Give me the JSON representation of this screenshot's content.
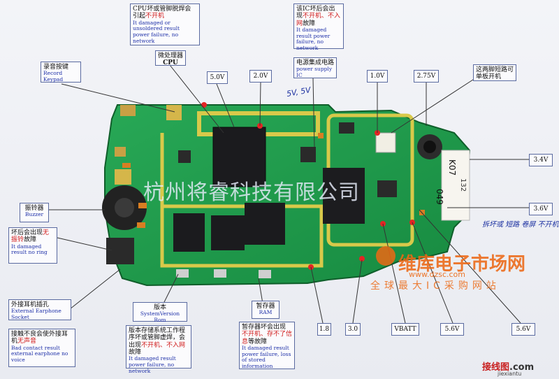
{
  "labels": {
    "cpu_pins": {
      "zh_pre": "CPU坏或管脚脱焊会引起",
      "zh_red": "不开机",
      "en": "It damaged or unsoldered result power failure, no network"
    },
    "ic_damage": {
      "zh_pre": "该IC坏后会出现",
      "zh_red": "不开机、不入网",
      "zh_post": "故障",
      "en": "It damaged result power failure, no network"
    },
    "record_key": {
      "zh": "录音按键",
      "en": "Record Keypad"
    },
    "cpu": {
      "zh": "微处理器",
      "en": "CPU"
    },
    "power_ic": {
      "zh": "电源集成电路",
      "en": "power supply IC"
    },
    "short_pins": {
      "zh": "这两脚短路可单板开机"
    },
    "buzzer": {
      "zh": "振铃器",
      "en": "Buzzer"
    },
    "no_ring": {
      "zh_pre": "坏后会出现",
      "zh_red": "无振铃",
      "zh_post": "故障",
      "en": "It damaged result no ring"
    },
    "earphone_socket": {
      "zh": "外接耳机插孔",
      "en": "External Earphone Socket"
    },
    "bad_contact": {
      "zh_pre": "接触不良会使外接耳机",
      "zh_red": "无声音",
      "en": "Bad contact result external earphone no voice"
    },
    "rom": {
      "zh": "版本",
      "en": "SystemVersion Rom"
    },
    "rom_damage": {
      "zh_pre": "版本存储系统工作程序坏或管脚虚焊，会出现",
      "zh_red": "不开机、不入网",
      "zh_post": "故障",
      "en": "It damaged result power failure, no network"
    },
    "ram": {
      "zh": "暂存器",
      "en": "RAM"
    },
    "ram_damage": {
      "zh_pre": "暂存器坏会出现",
      "zh_red": "不开机、存不了信息",
      "zh_post": "等故障",
      "en": "It damaged result power failure, loss of stored information"
    }
  },
  "voltages": {
    "v5_0": "5.0V",
    "v2_0": "2.0V",
    "v1_0": "1.0V",
    "v2_75": "2.75V",
    "v3_4": "3.4V",
    "v3_6": "3.6V",
    "v1_8": "1.8",
    "v3_0": "3.0",
    "vbatt": "VBATT",
    "v5_6a": "5.6V",
    "v5_6b": "5.6V"
  },
  "handwritten": {
    "top": "5V, 5V",
    "right": "拆坏或 短路 卷屏 不开机"
  },
  "watermarks": {
    "company": "杭州将睿科技有限公司",
    "brand_big": "维库电子市场网",
    "brand_url": "www.dzsc.com",
    "brand_sub": "全球最大IC采购网站",
    "corner": "接线图",
    "corner_dom": ".com",
    "corner_url": "jiexiantu"
  },
  "chip_marks": {
    "lcd": "K07",
    "lcd2": "049",
    "lcd3": "132"
  },
  "colors": {
    "pcb": "#1f9b4a",
    "pcb_dark": "#137a36",
    "trace": "#d8c94a",
    "box_border": "#5a6aa0",
    "red": "#d01818",
    "blue": "#1d2fa8"
  }
}
